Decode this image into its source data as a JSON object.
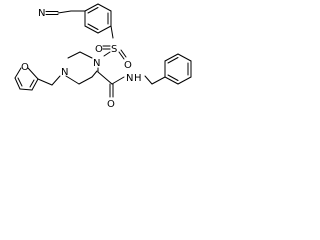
{
  "molecule": {
    "atoms": [
      {
        "id": "n-nitrile",
        "label": "N"
      },
      {
        "id": "s-sulfonyl",
        "label": "S"
      },
      {
        "id": "o-sulfonyl-1",
        "label": "O"
      },
      {
        "id": "o-sulfonyl-2",
        "label": "O"
      },
      {
        "id": "n-piperazine-1",
        "label": "N"
      },
      {
        "id": "n-piperazine-4",
        "label": "N"
      },
      {
        "id": "o-furan",
        "label": "O"
      },
      {
        "id": "o-carbonyl",
        "label": "O"
      },
      {
        "id": "n-amide",
        "label": "N"
      },
      {
        "id": "h-amide",
        "label": "H"
      }
    ]
  }
}
